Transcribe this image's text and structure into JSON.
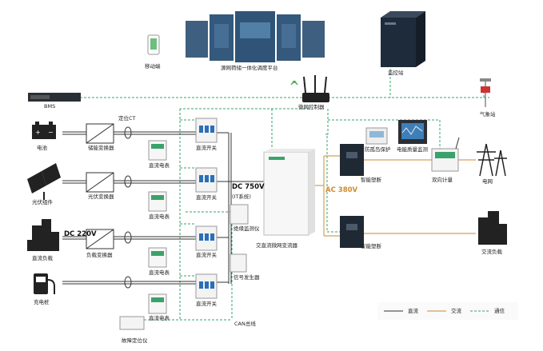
{
  "top": {
    "mobile": "移动端",
    "platform": "源网荷储一体化调度平台",
    "monitor_station": "监控站",
    "bms": "BMS",
    "gateway": "微网控制器",
    "weather_station": "气象站"
  },
  "left": {
    "battery": "电池",
    "storage_converter": "储能变换器",
    "pv_module": "光伏组件",
    "pv_converter": "光伏变换器",
    "dc_load": "直流负载",
    "load_converter": "负载变换器",
    "charging_pile": "充电桩",
    "locate_ct": "定位CT",
    "dc220": "DC 220V"
  },
  "middle": {
    "dc_switch_1": "直流开关",
    "dc_switch_2": "直流开关",
    "dc_switch_3": "直流开关",
    "dc_switch_4": "直流开关",
    "dc_meter_1": "直流电表",
    "dc_meter_2": "直流电表",
    "dc_meter_3": "直流电表",
    "dc_meter_4": "直流电表",
    "insulation_monitor": "绝缘监测仪",
    "signal_generator": "信号发生器",
    "fault_locator": "故障定位仪",
    "can_bus": "CAN总线",
    "dc750": "DC 750V",
    "it_system": "(IT系统)",
    "converter_cabinet": "交直流微网变流器"
  },
  "right": {
    "ac380": "AC 380V",
    "anti_islanding": "防孤岛保护",
    "power_quality": "电能质量监测",
    "smart_breaker_1": "智能塑断",
    "smart_breaker_2": "智能塑断",
    "bidir_meter": "双向计量",
    "grid": "电网",
    "ac_load": "交流负载"
  },
  "legend": {
    "dc": "直流",
    "ac": "交流",
    "comm": "通信"
  },
  "colors": {
    "dc_line": "#333333",
    "ac_line": "#d4a15a",
    "comm_line": "#3aa36b"
  }
}
